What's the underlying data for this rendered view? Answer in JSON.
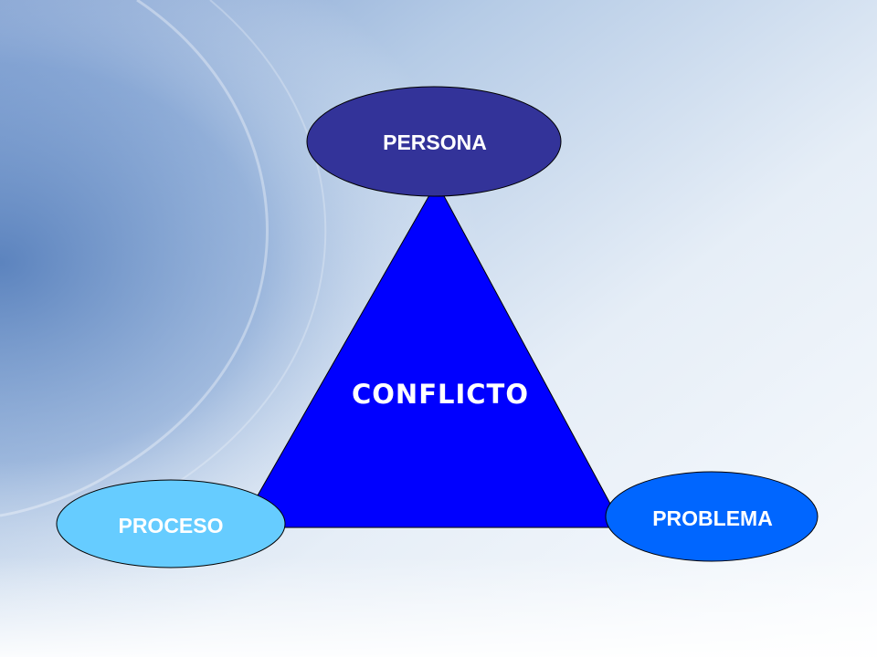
{
  "diagram": {
    "center_label": "CONFLICTO",
    "nodes": {
      "top": {
        "label": "PERSONA"
      },
      "left": {
        "label": "PROCESO"
      },
      "right": {
        "label": "PROBLEMA"
      }
    }
  },
  "colors": {
    "triangle": "#0000ff",
    "center_text": "#ffffff",
    "persona_fill": "#333399",
    "persona_text": "#ffffff",
    "proceso_fill": "#66ccff",
    "proceso_text": "#ffffff",
    "problema_fill": "#0066ff",
    "problema_text": "#ffffff",
    "background_light": "#ffffff",
    "background_blue": "#a9c3e2"
  }
}
